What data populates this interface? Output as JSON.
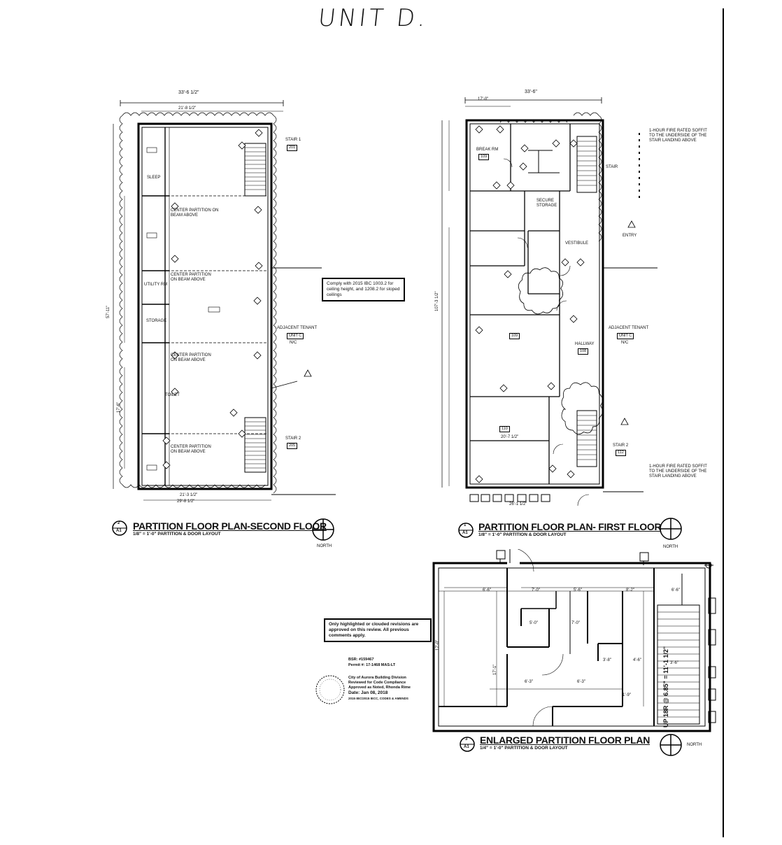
{
  "header": {
    "unit_label": "UNIT D."
  },
  "plans": {
    "second_floor": {
      "title": "PARTITION FLOOR PLAN-SECOND FLOOR",
      "scale": "1/8\" = 1'-0\"  PARTITION & DOOR LAYOUT",
      "sheet_num": "2",
      "sheet_ref": "A1",
      "north_label": "NORTH",
      "dims": {
        "top": "33'-6 1/2\"",
        "inner_top": "21'-8 1/2\"",
        "bottom": "21'-3 1/2\"",
        "bottom2": "29'-8 1/2\"",
        "left": "57'-11\"",
        "left2": "17'-6\""
      },
      "labels": [
        "STAIR 1",
        "201",
        "CENTER PARTITION ON BEAM ABOVE",
        "CENTER PARTITION ON BEAM ABOVE",
        "CENTER PARTITION ON BEAM ABOVE",
        "CENTER PARTITION ON BEAM ABOVE",
        "ADJACENT TENANT",
        "UNIT C",
        "N/C",
        "STAIR 2",
        "205",
        "STORAGE",
        "UTILITY RM",
        "SLEEP",
        "TOILET"
      ]
    },
    "first_floor": {
      "title": "PARTITION FLOOR PLAN- FIRST FLOOR",
      "scale": "1/8\" = 1'-0\"  PARTITION & DOOR LAYOUT",
      "sheet_num": "1",
      "sheet_ref": "A1",
      "north_label": "NORTH",
      "dims": {
        "top": "33'-6\"",
        "top2": "17'-0\"",
        "left": "107'-3 1/2\"",
        "mid": "20'-7 1/2\"",
        "bottom": "26'-1 1/2\""
      },
      "labels": [
        "BREAK RM",
        "109",
        "SECURE STORAGE",
        "ADJACENT TENANT",
        "UNIT C",
        "N/C",
        "HALLWAY",
        "108",
        "110",
        "109",
        "STAIR 2",
        "112",
        "STAIR",
        "ENTRY",
        "VESTIBULE"
      ],
      "notes": [
        "1-HOUR FIRE RATED SOFFIT TO THE UNDERSIDE OF THE STAIR LANDING ABOVE",
        "1-HOUR FIRE RATED SOFFIT TO THE UNDERSIDE OF THE STAIR LANDING ABOVE"
      ]
    },
    "enlarged": {
      "title": "ENLARGED PARTITION FLOOR PLAN",
      "scale": "1/4\" = 1'-0\"  PARTITION & DOOR LAYOUT",
      "sheet_num": "3",
      "sheet_ref": "A1",
      "north_label": "NORTH",
      "dims": [
        "6'-6\"",
        "7'-0\"",
        "5'-6\"",
        "8'-2\"",
        "6'-6\"",
        "5'-0\"",
        "7'-0\"",
        "6'-3\"",
        "6'-3\"",
        "17'-0\"",
        "17'-1\"",
        "3'-8\"",
        "4'-6\"",
        "1'-9\"",
        "3'-6\""
      ],
      "stair_text": "UP 18R @ 6.85\" = 11'-1 1/2\""
    }
  },
  "review_notes": {
    "ceiling": "Comply with 2015 IBC 1003.2 for ceiling height, and 1208.2 for sloped ceilings",
    "approval": "Only highlighted or clouded revisions are approved on this review. All previous comments apply."
  },
  "stamp": {
    "line1": "BSR: #159467",
    "line2": "Permit #: 17-1468 MAS-LT",
    "line3": "City of Aurora Building Division",
    "line4": "Reviewed for Code Compliance",
    "line5": "Approved as Noted, Rhonda Rime",
    "line6": "Date: Jan 08, 2018",
    "line7": "2015 IBC/2015 IECC, CODES & AMENDS"
  }
}
